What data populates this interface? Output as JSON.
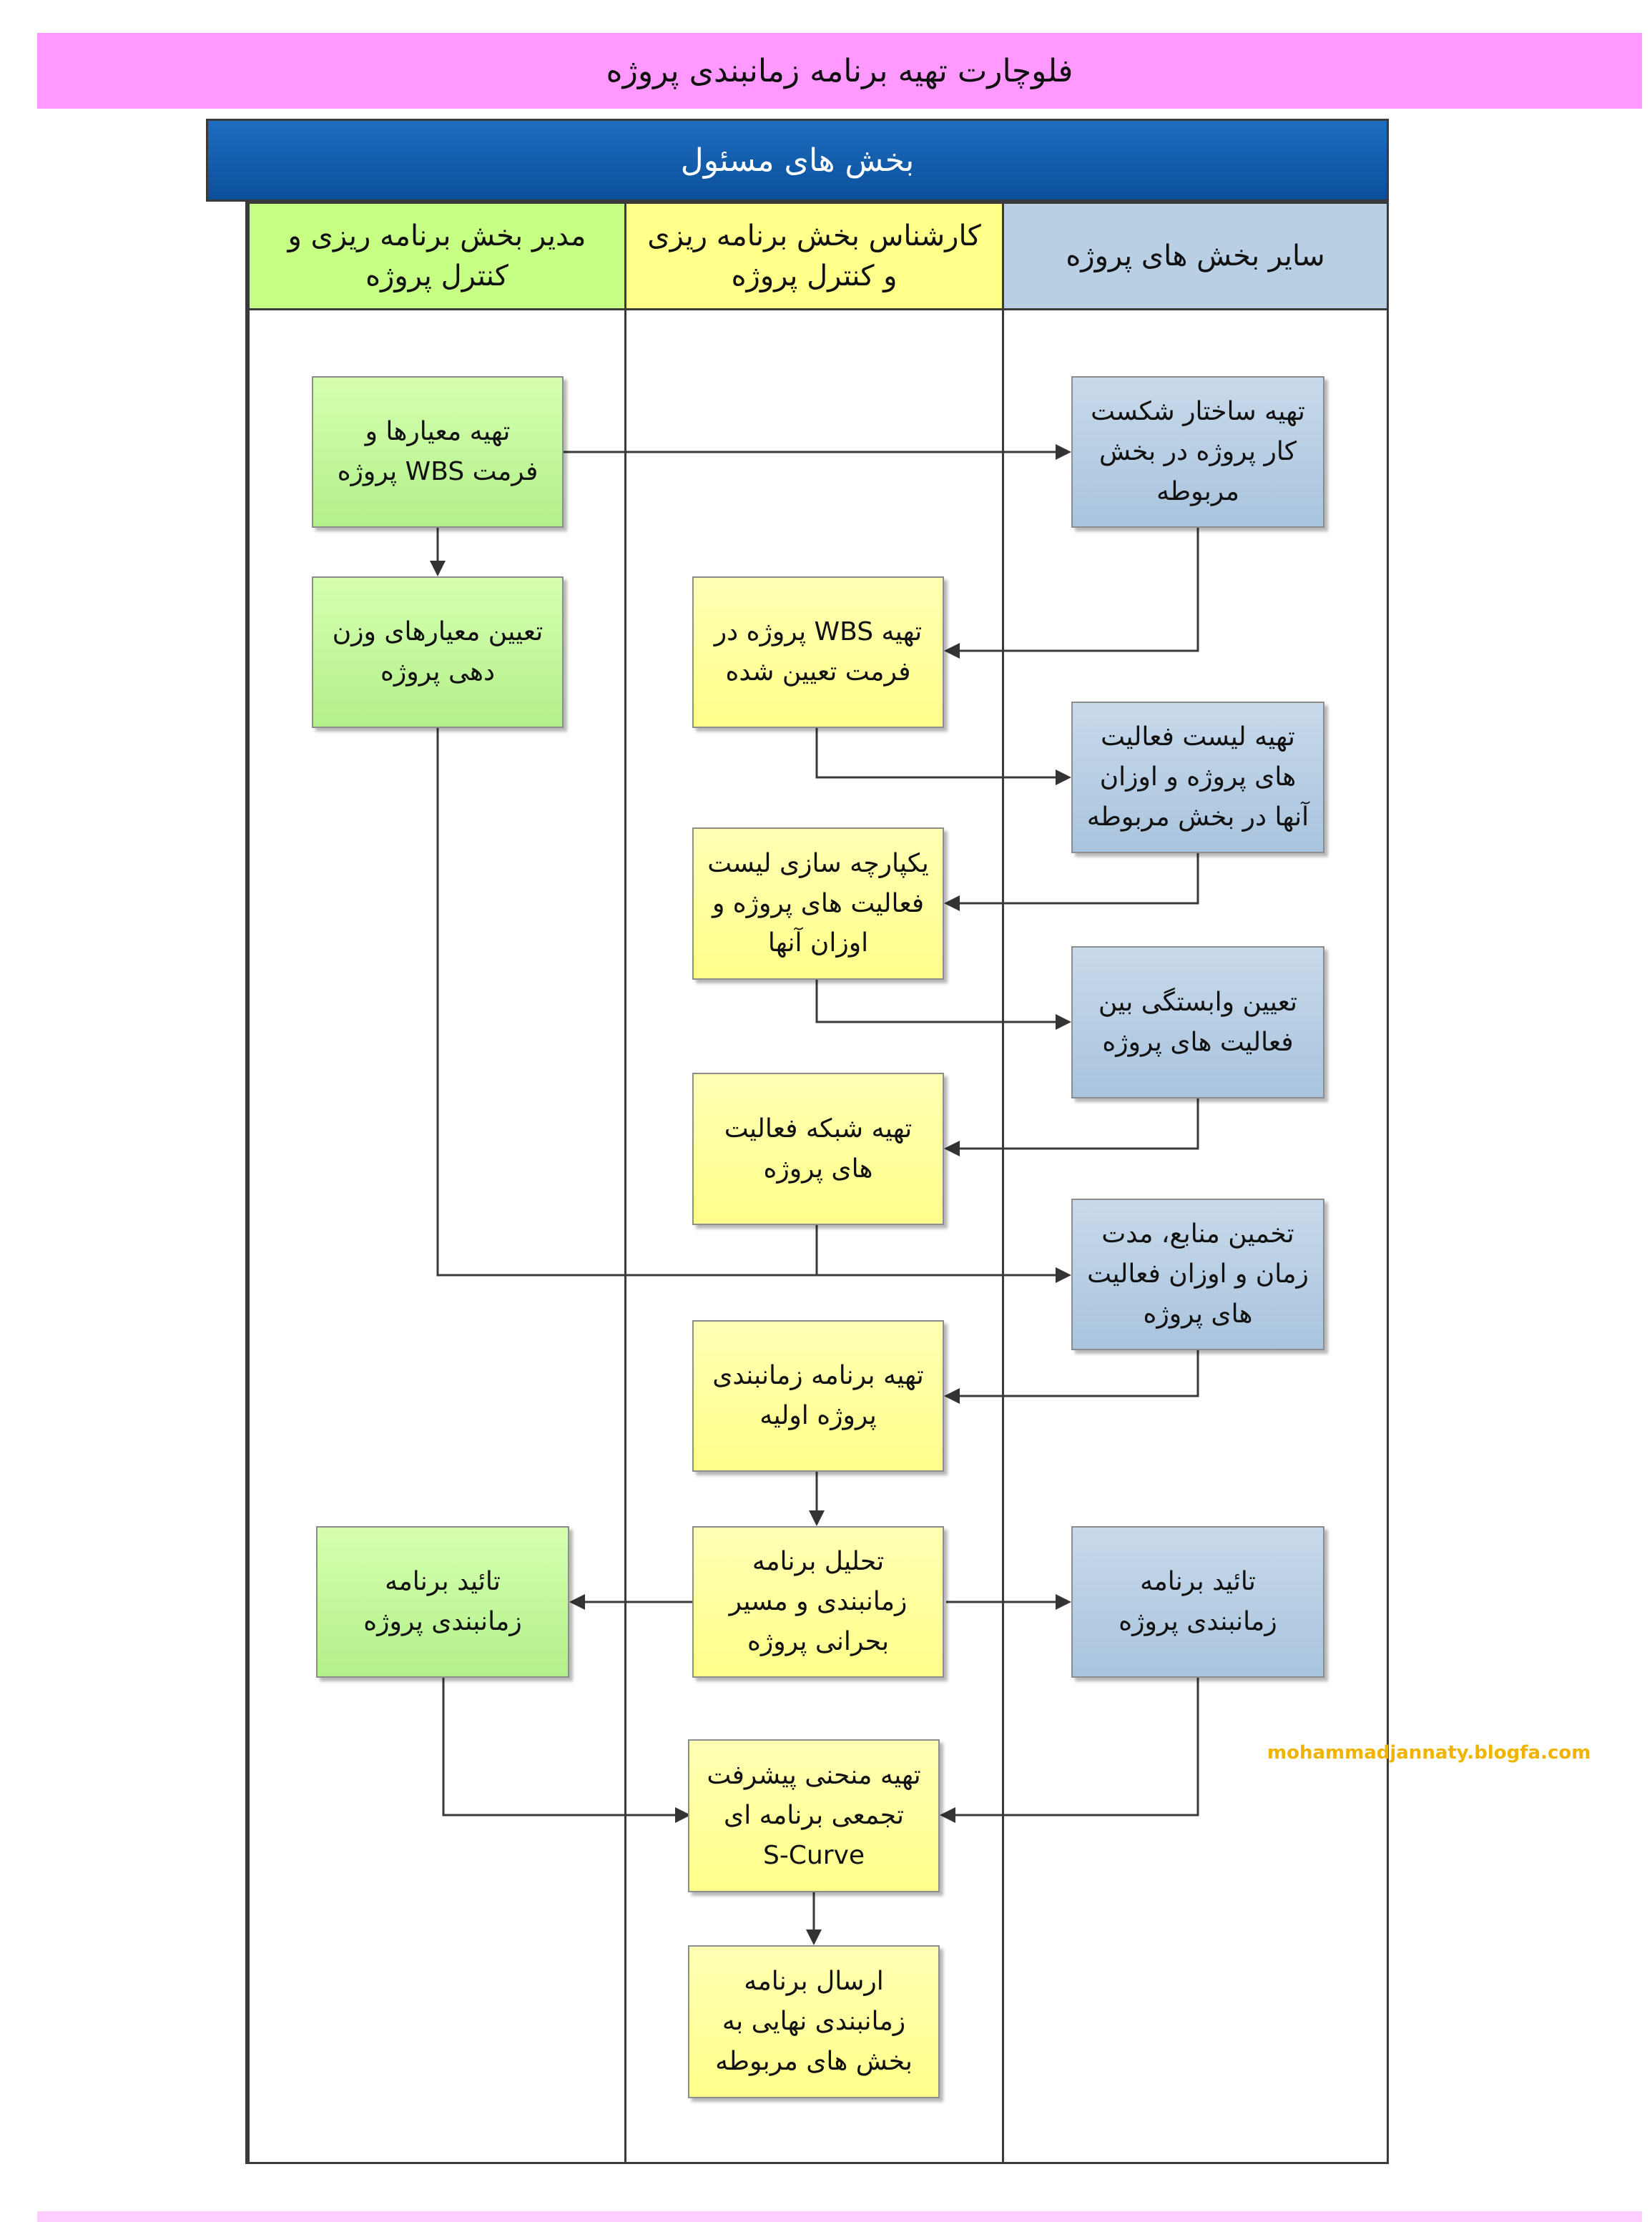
{
  "title": "فلوچارت تهیه برنامه زمانبندی پروژه",
  "header": "بخش های مسئول",
  "lanes": [
    "مدیر بخش برنامه ریزی و کنترل پروژه",
    "کارشناس بخش برنامه ریزی و کنترل پروژه",
    "سایر بخش های پروژه"
  ],
  "nodes": {
    "n1": "تهیه معیارها و\nفرمت WBS پروژه",
    "n2": "تهیه ساختار شکست\nکار پروژه در بخش\nمربوطه",
    "n3": "تعیین معیارهای وزن\nدهی پروژه",
    "n4": "تهیه WBS پروژه در\nفرمت تعیین شده",
    "n5": "تهیه لیست فعالیت\nهای پروژه  و اوزان\nآنها در بخش مربوطه",
    "n6": "یکپارچه سازی لیست\nفعالیت های پروژه و\nاوزان آنها",
    "n7": "تعیین وابستگی بین\nفعالیت های پروژه",
    "n8": "تهیه شبکه فعالیت\nهای پروژه",
    "n9": "تخمین منابع، مدت\nزمان و اوزان فعالیت\nهای پروژه",
    "n10": "تهیه برنامه زمانبندی\nپروژه اولیه",
    "n11": "تحلیل برنامه\nزمانبندی و مسیر\nبحرانی پروژه",
    "n12": "تائید برنامه\nزمانبندی پروژه",
    "n13": "تائید برنامه\nزمانبندی پروژه",
    "n14": "تهیه منحنی پیشرفت\nتجمعی  برنامه ای\nS-Curve",
    "n15": "ارسال برنامه\nزمانبندی نهایی به\nبخش های مربوطه"
  },
  "colors": {
    "title_bg": "#ff99ff",
    "header_bg": "#0a4f9a",
    "lane1": "#c6ff84",
    "lane2": "#ffff8a",
    "lane3": "#b8cfe4",
    "watermark": "#f0b400"
  },
  "watermark": "mohammadjannaty.blogfa.com"
}
